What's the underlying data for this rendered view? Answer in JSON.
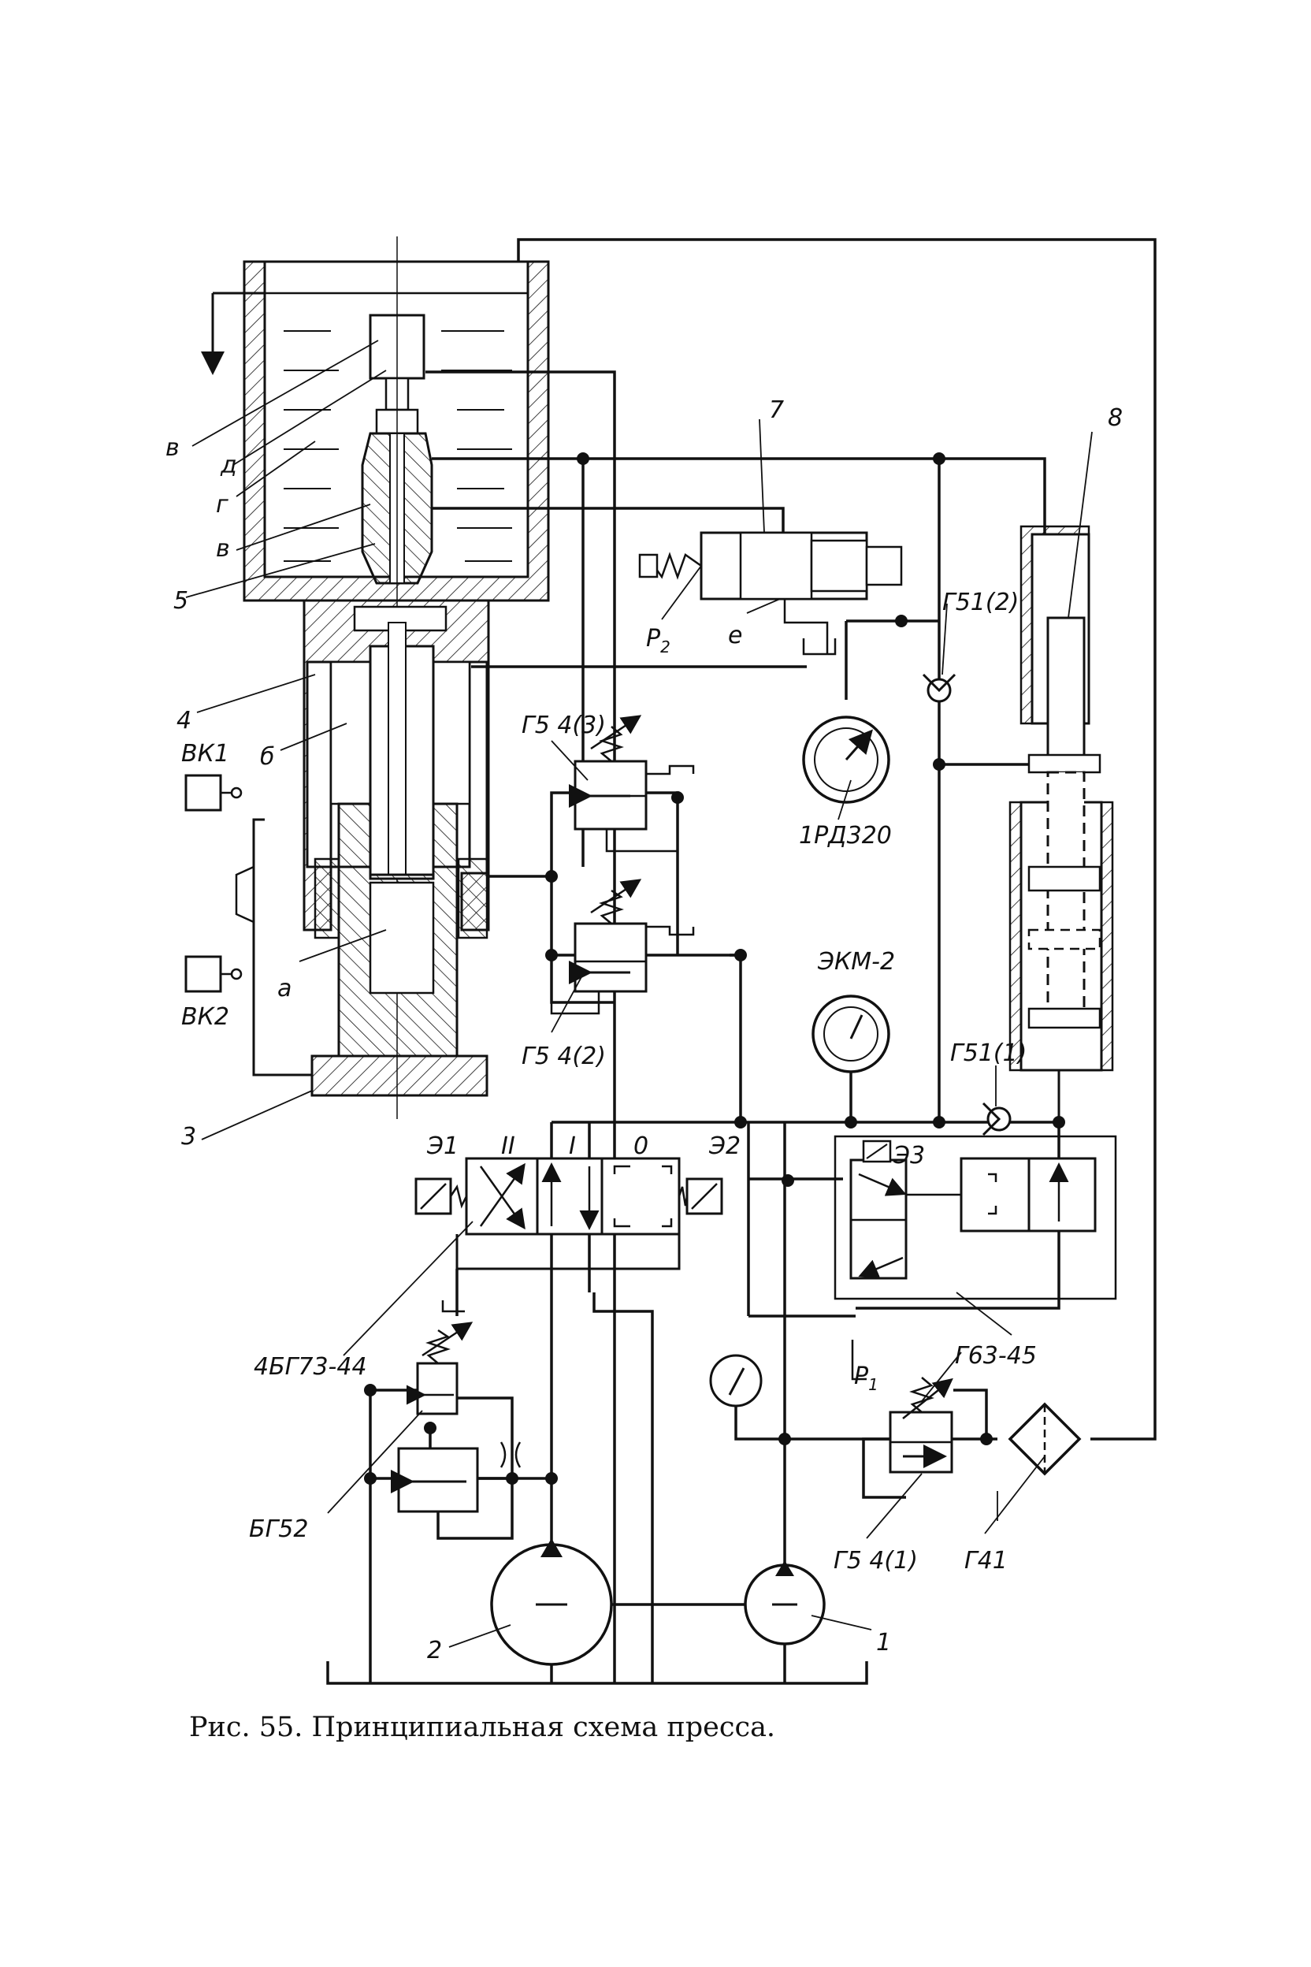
{
  "caption": "Рис. 55. Принципиальная схема пресса.",
  "labels": {
    "v_upper": "в",
    "d": "д",
    "g": "г",
    "v_lower": "в",
    "n5": "5",
    "n4": "4",
    "b": "б",
    "a": "а",
    "n3": "3",
    "vk1": "ВК1",
    "vk2": "ВК2",
    "n7": "7",
    "p2": "Р",
    "p2_sub": "2",
    "e": "е",
    "n8": "8",
    "g51_2": "Г51(2)",
    "g54_3": "Г5 4(3)",
    "rd320": "1РД320",
    "ekm2": "ЭКМ-2",
    "g54_2": "Г5 4(2)",
    "g51_1": "Г51(1)",
    "e1": "Э1",
    "pos_II": "II",
    "pos_I": "I",
    "pos_0": "0",
    "e2": "Э2",
    "e3": "Э3",
    "valve_4bg": "4БГ73-44",
    "g63": "Г63-45",
    "p1": "Р",
    "p1_sub": "1",
    "bg52": "БГ52",
    "g54_1": "Г5 4(1)",
    "g41": "Г41",
    "n2": "2",
    "n1": "1"
  }
}
